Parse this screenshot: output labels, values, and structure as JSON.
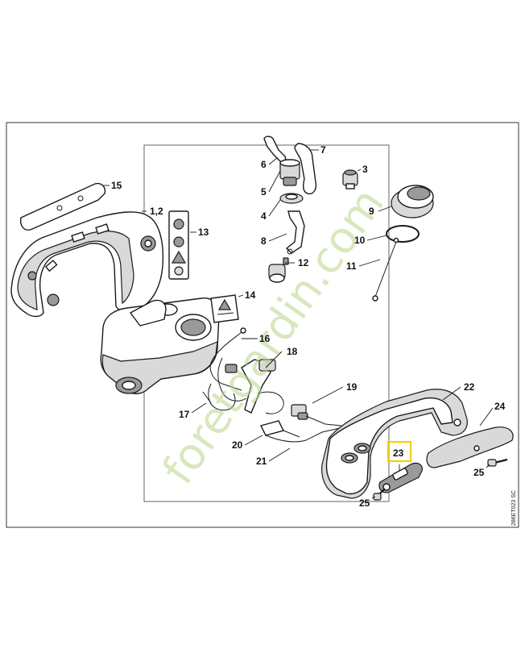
{
  "diagram_code": "286ET023 SC",
  "watermark": "foretgardin.com",
  "highlight_color": "#f2d200",
  "callouts": [
    {
      "id": "c15",
      "label": "15"
    },
    {
      "id": "c12a",
      "label": "1,2"
    },
    {
      "id": "c13",
      "label": "13"
    },
    {
      "id": "c14",
      "label": "14"
    },
    {
      "id": "c6",
      "label": "6"
    },
    {
      "id": "c7",
      "label": "7"
    },
    {
      "id": "c5",
      "label": "5"
    },
    {
      "id": "c4",
      "label": "4"
    },
    {
      "id": "c8",
      "label": "8"
    },
    {
      "id": "c12",
      "label": "12"
    },
    {
      "id": "c3",
      "label": "3"
    },
    {
      "id": "c9",
      "label": "9"
    },
    {
      "id": "c10",
      "label": "10"
    },
    {
      "id": "c11",
      "label": "11"
    },
    {
      "id": "c16",
      "label": "16"
    },
    {
      "id": "c18",
      "label": "18"
    },
    {
      "id": "c17",
      "label": "17"
    },
    {
      "id": "c19",
      "label": "19"
    },
    {
      "id": "c20",
      "label": "20"
    },
    {
      "id": "c21",
      "label": "21"
    },
    {
      "id": "c22",
      "label": "22"
    },
    {
      "id": "c24",
      "label": "24"
    },
    {
      "id": "c23",
      "label": "23"
    },
    {
      "id": "c25a",
      "label": "25"
    },
    {
      "id": "c25b",
      "label": "25"
    }
  ]
}
